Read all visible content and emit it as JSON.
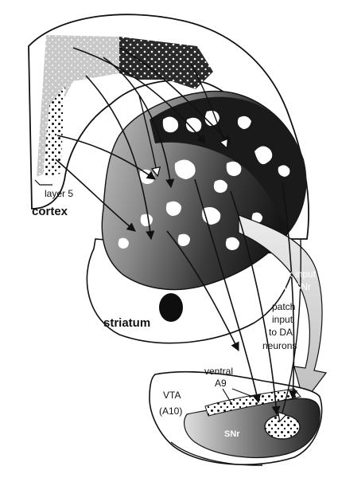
{
  "labels": {
    "layer5": "layer 5",
    "cortex": "cortex",
    "striatum": "striatum",
    "matrix_line1": "matrix input",
    "matrix_line2": "to SNr",
    "patch_line1": "patch",
    "patch_line2": "input",
    "patch_line3": "to DA",
    "patch_line4": "neurons",
    "ventral": "ventral",
    "a9": "A9",
    "vta": "VTA",
    "a10": "(A10)",
    "snr": "SNr"
  },
  "colors": {
    "outline": "#111111",
    "cortex_fill": "#ffffff",
    "striatum_gray": "#8c8c8c",
    "striatum_dark": "#1e1e1e",
    "patch_white": "#ffffff",
    "matrix_arrow": "#d6d6d6",
    "snr_dark": "#3a3a3a",
    "stipple_light": "#c8c8c8"
  }
}
